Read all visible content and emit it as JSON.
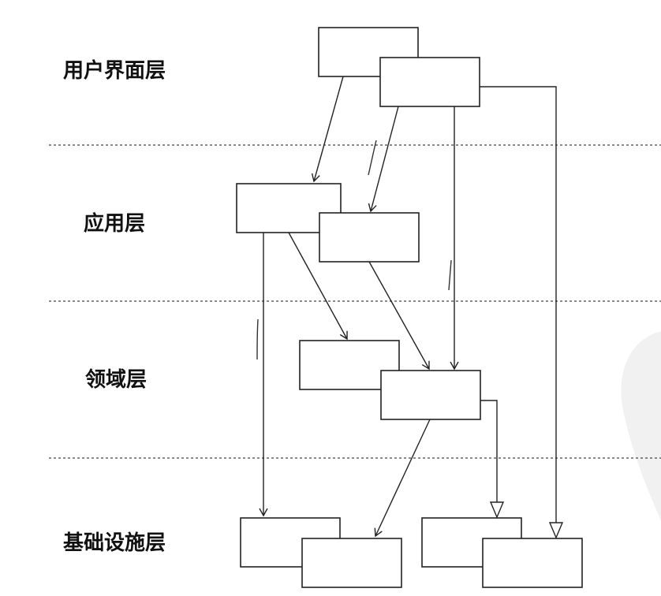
{
  "layers": [
    {
      "label": "用户界面层"
    },
    {
      "label": "应用层"
    },
    {
      "label": "领域层"
    },
    {
      "label": "基础设施层"
    }
  ],
  "colors": {
    "line": "#222222",
    "background": "#ffffff"
  }
}
